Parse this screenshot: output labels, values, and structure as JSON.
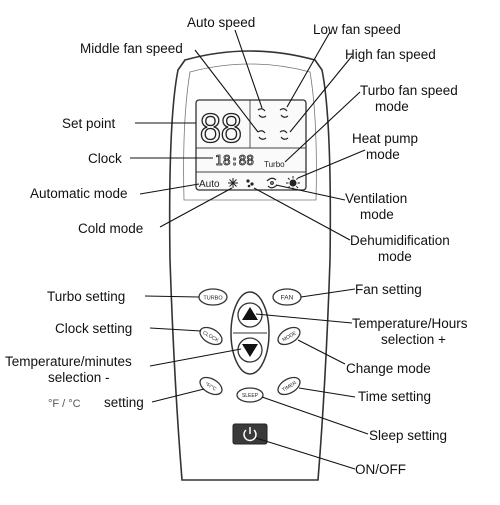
{
  "labels": {
    "auto_speed": "Auto speed",
    "low_fan_speed": "Low fan speed",
    "middle_fan_speed": "Middle fan speed",
    "high_fan_speed": "High fan speed",
    "turbo_fan_speed_1": "Turbo fan speed",
    "turbo_fan_speed_2": "mode",
    "set_point": "Set point",
    "heat_pump_1": "Heat pump",
    "heat_pump_2": "mode",
    "clock": "Clock",
    "automatic_mode": "Automatic mode",
    "ventilation_1": "Ventilation",
    "ventilation_2": "mode",
    "cold_mode": "Cold mode",
    "dehumid_1": "Dehumidification",
    "dehumid_2": "mode",
    "turbo_setting": "Turbo setting",
    "fan_setting": "Fan setting",
    "clock_setting": "Clock setting",
    "temp_hours_1": "Temperature/Hours",
    "temp_hours_2": "selection +",
    "temp_minutes_1": "Temperature/minutes",
    "temp_minutes_2": "selection -",
    "change_mode": "Change mode",
    "unit_setting_units": "°F / °C",
    "unit_setting_word": "setting",
    "time_setting": "Time setting",
    "sleep_setting": "Sleep setting",
    "on_off": "ON/OFF"
  },
  "display": {
    "setpoint_digits": "88",
    "clock_digits": "18:88",
    "turbo_text": "Turbo",
    "auto_text": "Auto"
  },
  "buttons": {
    "turbo": "TURBO",
    "fan": "FAN",
    "clock": "CLOCK",
    "mode": "MODE",
    "unit": "°F/°C",
    "sleep": "SLEEP",
    "timer": "TIMER"
  },
  "icons": {
    "up": "triangle-up-icon",
    "down": "triangle-down-icon",
    "power": "power-icon",
    "snowflake": "snowflake-icon",
    "sun": "sun-icon",
    "fan": "fan-icon",
    "droplet": "droplet-icon"
  }
}
